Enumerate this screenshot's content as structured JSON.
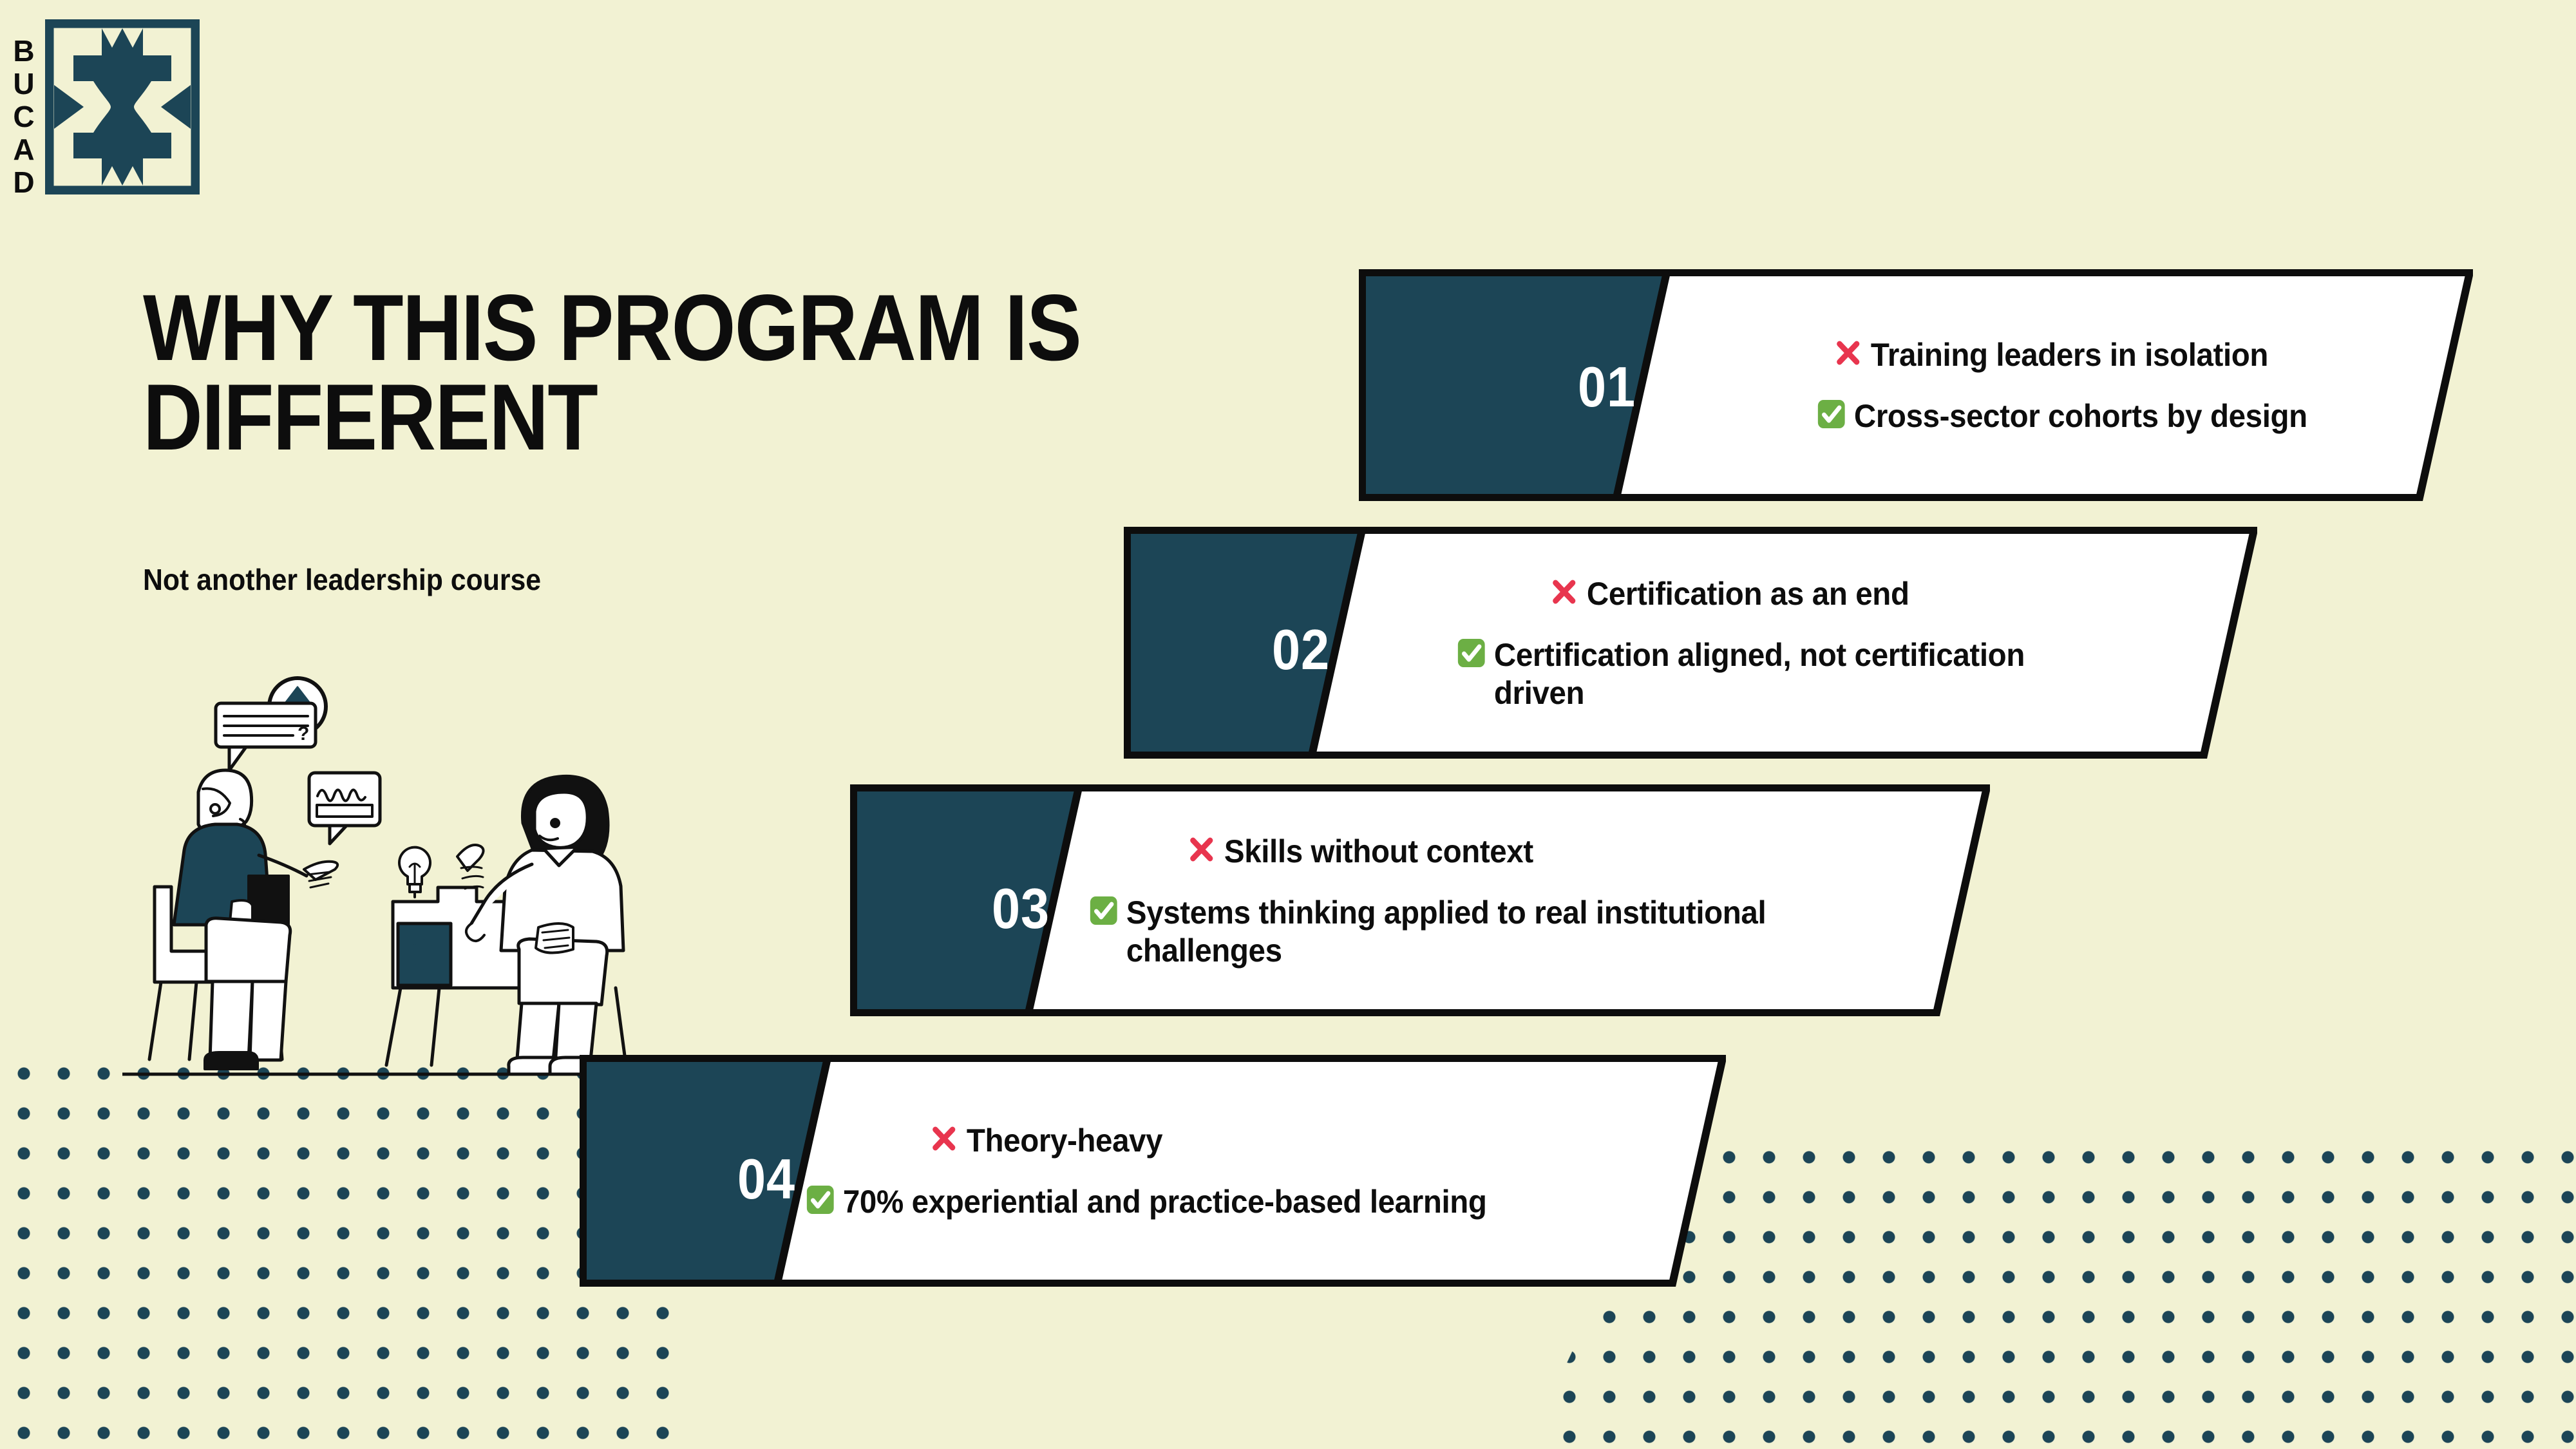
{
  "brand": {
    "name": "BUCAD",
    "letters": [
      "B",
      "U",
      "C",
      "A",
      "D"
    ],
    "mark_name": "bucad-hourglass-mark"
  },
  "colors": {
    "background": "#F2F2D3",
    "teal": "#1C4556",
    "ink": "#0D0D0D",
    "white": "#FFFFFF",
    "cross_red": "#E8354E",
    "check_green": "#6CAF44"
  },
  "header": {
    "title": "WHY THIS PROGRAM IS DIFFERENT",
    "subtitle": "Not another leadership course"
  },
  "illustration": {
    "name": "two-people-conversation-illustration",
    "elements": [
      "speech-bubble-question",
      "speech-bubble-scribble",
      "up-arrow-badge",
      "lightbulb-icon",
      "person-left-seated",
      "person-right-seated",
      "armchair-left",
      "armchair-right"
    ]
  },
  "banners": [
    {
      "number": "01",
      "negative": "Training leaders in isolation",
      "positive": "Cross-sector cohorts by design",
      "negative_icon": "cross-mark-icon",
      "positive_icon": "check-mark-icon"
    },
    {
      "number": "02",
      "negative": "Certification as an end",
      "positive": "Certification aligned, not certification driven",
      "negative_icon": "cross-mark-icon",
      "positive_icon": "check-mark-icon"
    },
    {
      "number": "03",
      "negative": "Skills without context",
      "positive": "Systems thinking applied to real institutional challenges",
      "negative_icon": "cross-mark-icon",
      "positive_icon": "check-mark-icon"
    },
    {
      "number": "04",
      "negative": "Theory-heavy",
      "positive": "70% experiential and practice-based learning",
      "negative_icon": "cross-mark-icon",
      "positive_icon": "check-mark-icon"
    }
  ]
}
